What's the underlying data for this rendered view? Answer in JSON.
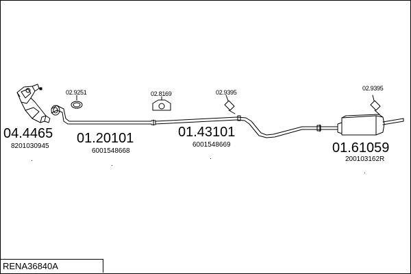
{
  "diagram_ref": "RENA36840A",
  "parts": [
    {
      "code": "04.4465",
      "oem": "8201030945"
    },
    {
      "code": "01.20101",
      "oem": "6001548668"
    },
    {
      "code": "01.43101",
      "oem": "6001548669"
    },
    {
      "code": "01.61059",
      "oem": "200103162R"
    }
  ],
  "accessories": [
    {
      "code": "02.9251"
    },
    {
      "code": "02.8169"
    },
    {
      "code": "02.9395"
    },
    {
      "code": "02.9395"
    }
  ],
  "accent_color": "#000000"
}
